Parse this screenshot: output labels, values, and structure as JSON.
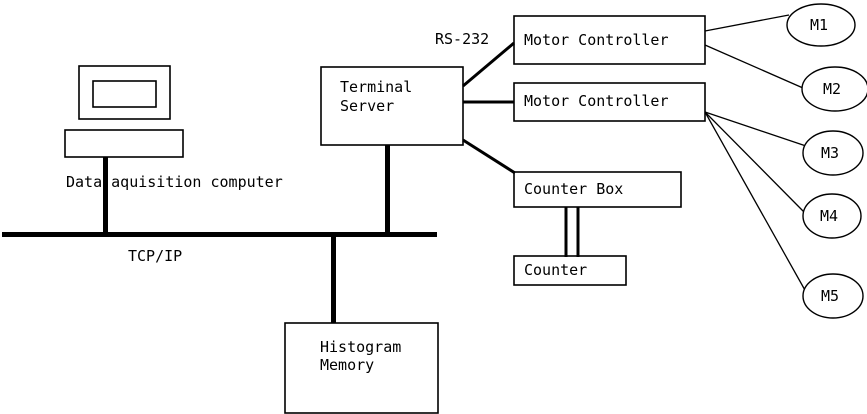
{
  "diagram": {
    "title": "Data acquisition system block diagram",
    "background_color": "#ffffff",
    "line_color": "#000000",
    "nodes": {
      "computer": {
        "label": "Data aquisition computer",
        "icon": "desktop-computer-icon"
      },
      "terminal_server": {
        "label_line1": "Terminal",
        "label_line2": "Server"
      },
      "motor_controller_1": {
        "label": "Motor Controller"
      },
      "motor_controller_2": {
        "label": "Motor Controller"
      },
      "counter_box": {
        "label": "Counter Box"
      },
      "counter": {
        "label": "Counter"
      },
      "histogram_memory": {
        "label_line1": "Histogram",
        "label_line2": "Memory"
      },
      "motors": [
        {
          "label": "M1"
        },
        {
          "label": "M2"
        },
        {
          "label": "M3"
        },
        {
          "label": "M4"
        },
        {
          "label": "M5"
        }
      ]
    },
    "links": {
      "rs232_label": "RS-232",
      "bus_label": "TCP/IP"
    }
  }
}
